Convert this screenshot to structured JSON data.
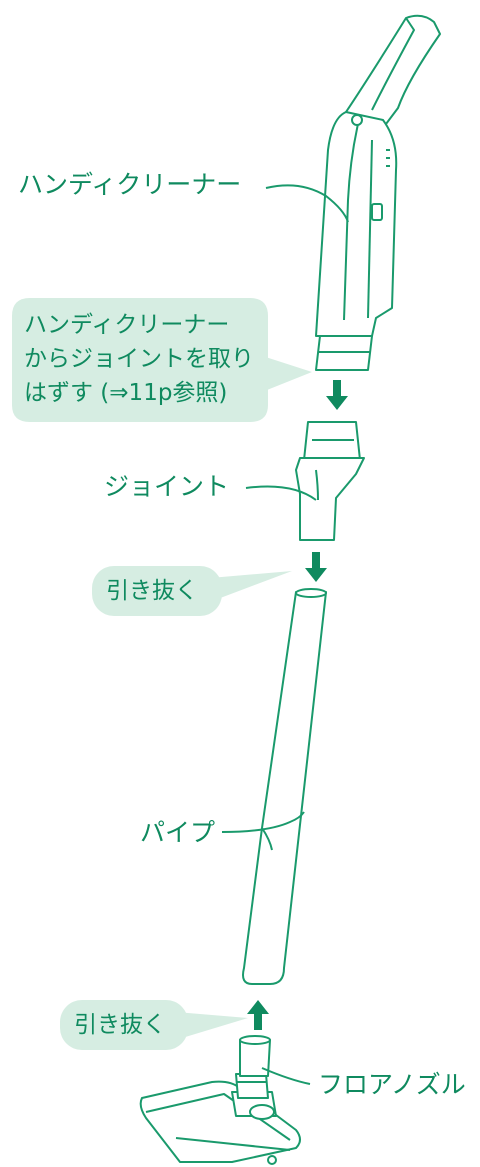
{
  "labels": {
    "handy_cleaner": "ハンディクリーナー",
    "joint": "ジョイント",
    "pipe": "パイプ",
    "floor_nozzle": "フロアノズル"
  },
  "callouts": {
    "detach_handy": [
      "ハンディクリーナー",
      "からジョイントを取り",
      "はずす (⇒11p参照)"
    ],
    "pull_out_1": "引き抜く",
    "pull_out_2": "引き抜く"
  },
  "colors": {
    "line": "#1a9a6c",
    "text": "#0f8a5f",
    "bubble_fill": "#d6ede2",
    "arrow": "#0f8a5f"
  }
}
